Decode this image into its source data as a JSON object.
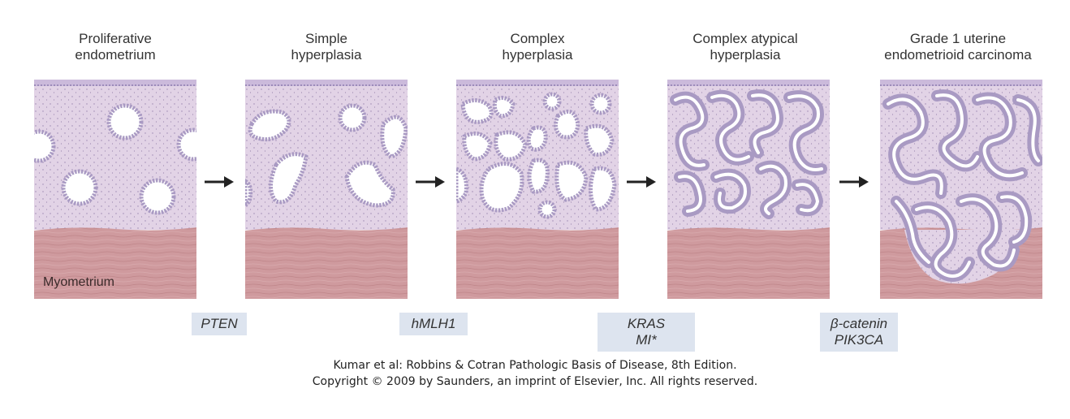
{
  "stages": [
    {
      "line1": "Proliferative",
      "line2": "endometrium"
    },
    {
      "line1": "Simple",
      "line2": "hyperplasia"
    },
    {
      "line1": "Complex",
      "line2": "hyperplasia"
    },
    {
      "line1": "Complex atypical",
      "line2": "hyperplasia"
    },
    {
      "line1": "Grade 1 uterine",
      "line2": "endometrioid carcinoma"
    }
  ],
  "myometrium_label": "Myometrium",
  "genes": [
    {
      "line1": "PTEN",
      "line2": ""
    },
    {
      "line1": "hMLH1",
      "line2": ""
    },
    {
      "line1": "KRAS",
      "line2": "MI*"
    },
    {
      "line1": "β-catenin",
      "line2": "PIK3CA"
    }
  ],
  "citation": {
    "line1": "Kumar et al: Robbins & Cotran Pathologic Basis of Disease, 8th Edition.",
    "line2": "Copyright © 2009 by Saunders, an imprint of Elsevier, Inc. All rights reserved."
  },
  "colors": {
    "endometrium": "#e2d3e6",
    "myometrium": "#cf9a9e",
    "gland_border": "#a99ac3",
    "gene_box": "#dde4ef"
  }
}
